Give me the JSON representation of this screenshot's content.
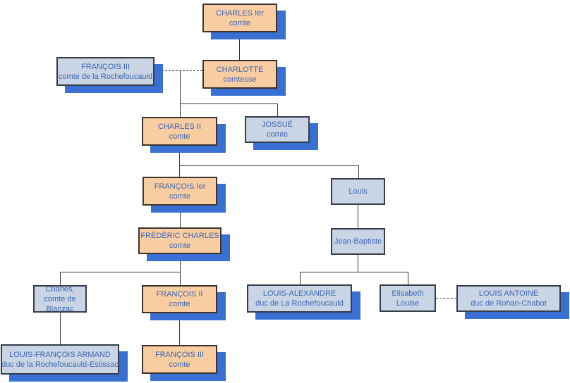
{
  "diagram": {
    "type": "family-tree-org-chart",
    "colors": {
      "node_orange_fill": "#F8CDA2",
      "node_blue_fill": "#C9D5E4",
      "shadow_blue": "#3A70D4",
      "text_blue": "#3E66B2",
      "connector_line": "#3A3A3A",
      "background": "#FFFFFF"
    },
    "nodes": [
      {
        "id": "charles-ier",
        "name": "CHARLES Ier",
        "subtitle": "comte",
        "variant": "orange",
        "shadow": true
      },
      {
        "id": "francois-iii",
        "name": "FRANÇOIS III",
        "subtitle": "comte de la Rochefoucauld",
        "variant": "blue",
        "shadow": true
      },
      {
        "id": "charlotte",
        "name": "CHARLOTTE",
        "subtitle": "comtesse",
        "variant": "orange",
        "shadow": true
      },
      {
        "id": "charles-ii",
        "name": "CHARLES II",
        "subtitle": "comte",
        "variant": "orange",
        "shadow": true
      },
      {
        "id": "jossue",
        "name": "JOSSUÉ",
        "subtitle": "comte",
        "variant": "blue",
        "shadow": true
      },
      {
        "id": "francois-ier",
        "name": "FRANÇOIS Ier",
        "subtitle": "comte",
        "variant": "orange",
        "shadow": true
      },
      {
        "id": "louis",
        "name": "Louis",
        "subtitle": "",
        "variant": "blue",
        "shadow": false
      },
      {
        "id": "frederic-charles",
        "name": "FRÉDÉRIC CHARLES",
        "subtitle": "comte",
        "variant": "orange",
        "shadow": true
      },
      {
        "id": "jean-baptiste",
        "name": "Jean-Baptiste",
        "subtitle": "",
        "variant": "blue",
        "shadow": false
      },
      {
        "id": "charles-blanzac",
        "name": "Charles,",
        "subtitle": "comte de Blanzac",
        "variant": "blue",
        "shadow": false
      },
      {
        "id": "francois-ii",
        "name": "FRANÇOIS II",
        "subtitle": "comte",
        "variant": "orange",
        "shadow": true
      },
      {
        "id": "louis-alexandre",
        "name": "LOUIS-ALEXANDRE",
        "subtitle": "duc de La Rochefoucauld",
        "variant": "blue",
        "shadow": true
      },
      {
        "id": "elisabeth-louise",
        "name": "Elisabeth Louise",
        "subtitle": "",
        "variant": "blue",
        "shadow": false
      },
      {
        "id": "louis-antoine",
        "name": "LOUIS ANTOINE",
        "subtitle": "duc de Rohan-Chabot",
        "variant": "blue",
        "shadow": true
      },
      {
        "id": "louis-francois-armand",
        "name": "LOUIS-FRANÇOIS ARMAND",
        "subtitle": "duc de la Rochefoucauld-Estissac",
        "variant": "blue",
        "shadow": true
      },
      {
        "id": "francois-iii-2",
        "name": "FRANÇOIS III",
        "subtitle": "comte",
        "variant": "orange",
        "shadow": true
      }
    ],
    "edges": [
      {
        "from": "charles-ier",
        "to": "charlotte",
        "style": "solid"
      },
      {
        "from": "francois-iii",
        "to": "charlotte",
        "style": "dashed-union"
      },
      {
        "from": "francois-iii+charlotte",
        "to": "charles-ii",
        "style": "solid"
      },
      {
        "from": "francois-iii+charlotte",
        "to": "jossue",
        "style": "solid"
      },
      {
        "from": "charles-ii",
        "to": "francois-ier",
        "style": "solid"
      },
      {
        "from": "charles-ii",
        "to": "louis",
        "style": "solid"
      },
      {
        "from": "francois-ier",
        "to": "frederic-charles",
        "style": "solid"
      },
      {
        "from": "louis",
        "to": "jean-baptiste",
        "style": "solid"
      },
      {
        "from": "frederic-charles",
        "to": "charles-blanzac",
        "style": "solid"
      },
      {
        "from": "frederic-charles",
        "to": "francois-ii",
        "style": "solid"
      },
      {
        "from": "charles-blanzac",
        "to": "louis-francois-armand",
        "style": "solid"
      },
      {
        "from": "francois-ii",
        "to": "francois-iii-2",
        "style": "solid"
      },
      {
        "from": "jean-baptiste",
        "to": "louis-alexandre",
        "style": "solid"
      },
      {
        "from": "jean-baptiste",
        "to": "elisabeth-louise",
        "style": "solid"
      },
      {
        "from": "elisabeth-louise",
        "to": "louis-antoine",
        "style": "dashed-union"
      }
    ]
  }
}
